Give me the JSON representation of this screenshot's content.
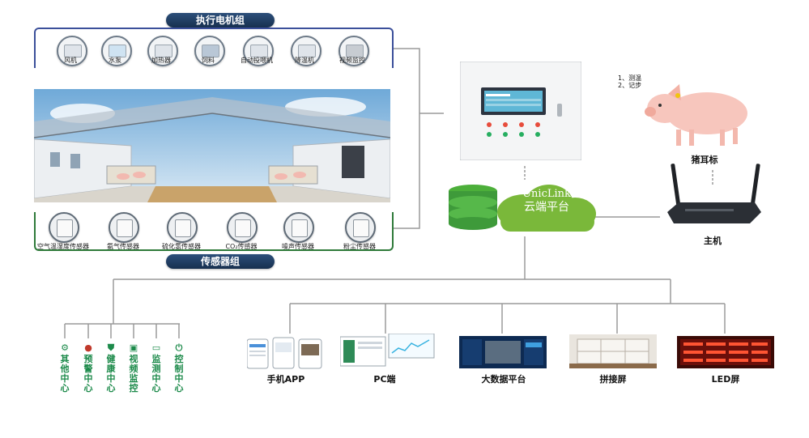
{
  "actuators": {
    "title": "执行电机组",
    "items": [
      {
        "label": "风机",
        "icon": "fan-icon"
      },
      {
        "label": "水泵",
        "icon": "pump-icon"
      },
      {
        "label": "加热器",
        "icon": "heater-icon"
      },
      {
        "label": "饲料",
        "icon": "feed-icon"
      },
      {
        "label": "自动投喂机",
        "icon": "feeder-icon"
      },
      {
        "label": "降温机",
        "icon": "cooler-icon"
      },
      {
        "label": "视频监控",
        "icon": "camera-icon"
      }
    ]
  },
  "sensors": {
    "title": "传感器组",
    "items": [
      {
        "label": "空气温湿度传感器"
      },
      {
        "label": "氨气传感器"
      },
      {
        "label": "硫化氢传感器"
      },
      {
        "label": "CO₂传感器"
      },
      {
        "label": "噪声传感器"
      },
      {
        "label": "粉尘传感器"
      }
    ]
  },
  "pig": {
    "notes": [
      "1、测温",
      "2、记步"
    ],
    "label": "猪耳标"
  },
  "cloud": {
    "line1": "UnicLink",
    "line2": "云端平台"
  },
  "host": {
    "label": "主机"
  },
  "centers": [
    {
      "label": "其他中心",
      "icon": "gear-icon",
      "color": "#1c8a4a"
    },
    {
      "label": "预警中心",
      "icon": "alert-icon",
      "color": "#c0392b"
    },
    {
      "label": "健康中心",
      "icon": "shield-icon",
      "color": "#1c8a4a"
    },
    {
      "label": "视频监控",
      "icon": "camera-icon",
      "color": "#1c8a4a"
    },
    {
      "label": "监测中心",
      "icon": "monitor-icon",
      "color": "#1c8a4a"
    },
    {
      "label": "控制中心",
      "icon": "power-icon",
      "color": "#1c8a4a"
    }
  ],
  "terminals": [
    {
      "label": "手机APP"
    },
    {
      "label": "PC端"
    },
    {
      "label": "大数据平台"
    },
    {
      "label": "拼接屏"
    },
    {
      "label": "LED屏"
    }
  ],
  "colors": {
    "actuator_bracket": "#3b4f9a",
    "sensor_bracket": "#2f7a3a",
    "cloud_green": "#7ab83a",
    "db_green": "#3e9a3a",
    "line_gray": "#9a9a9a"
  }
}
